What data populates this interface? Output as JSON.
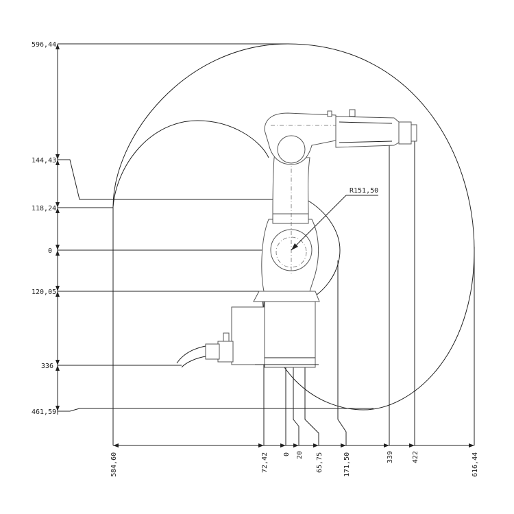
{
  "vertical_dimensions": [
    {
      "label": "596,44"
    },
    {
      "label": "144,43"
    },
    {
      "label": "118,24"
    },
    {
      "label": "0"
    },
    {
      "label": "120,05"
    },
    {
      "label": "336"
    },
    {
      "label": "461,59"
    }
  ],
  "horizontal_dimensions": [
    {
      "label": "584,60"
    },
    {
      "label": "72,42"
    },
    {
      "label": "0"
    },
    {
      "label": "20"
    },
    {
      "label": "65,75"
    },
    {
      "label": "171,50"
    },
    {
      "label": "339"
    },
    {
      "label": "422"
    },
    {
      "label": "616,44"
    }
  ],
  "radius_callout": {
    "label": "R151,50"
  }
}
